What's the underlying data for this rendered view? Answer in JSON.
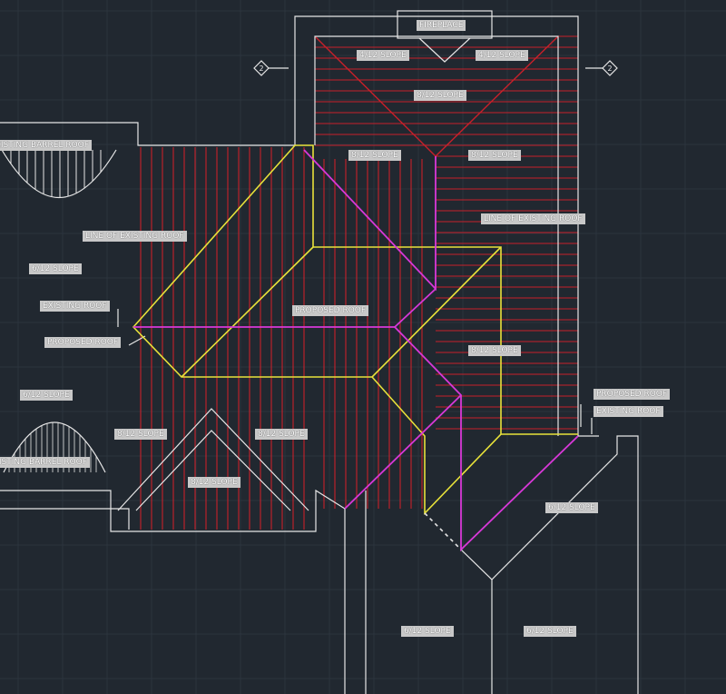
{
  "labels": {
    "fireplace": "FIREPLACE",
    "slope_4_12": "4/12 SLOPE",
    "slope_6_12": "6/12 SLOPE",
    "slope_8_12": "8/12 SLOPE",
    "slope_6_12_alt": "6/12 SLOPE",
    "existing_barrel_roof": "EXISTING BARREL ROOF",
    "line_of_existing_roof": "LINE OF EXISTING ROOF",
    "existing_roof": "EXISTING ROOF",
    "proposed_roof": "PROPOSED ROOF",
    "grid_marker": "2"
  },
  "colors": {
    "background": "#212830",
    "grid": "#2c343d",
    "new_rafter": "#c8202a",
    "existing_outline": "#e6e6e6",
    "existing_roof_line": "#e8e23a",
    "proposed_ridge": "#d838d8",
    "label_bg": "#c8c8c8"
  }
}
